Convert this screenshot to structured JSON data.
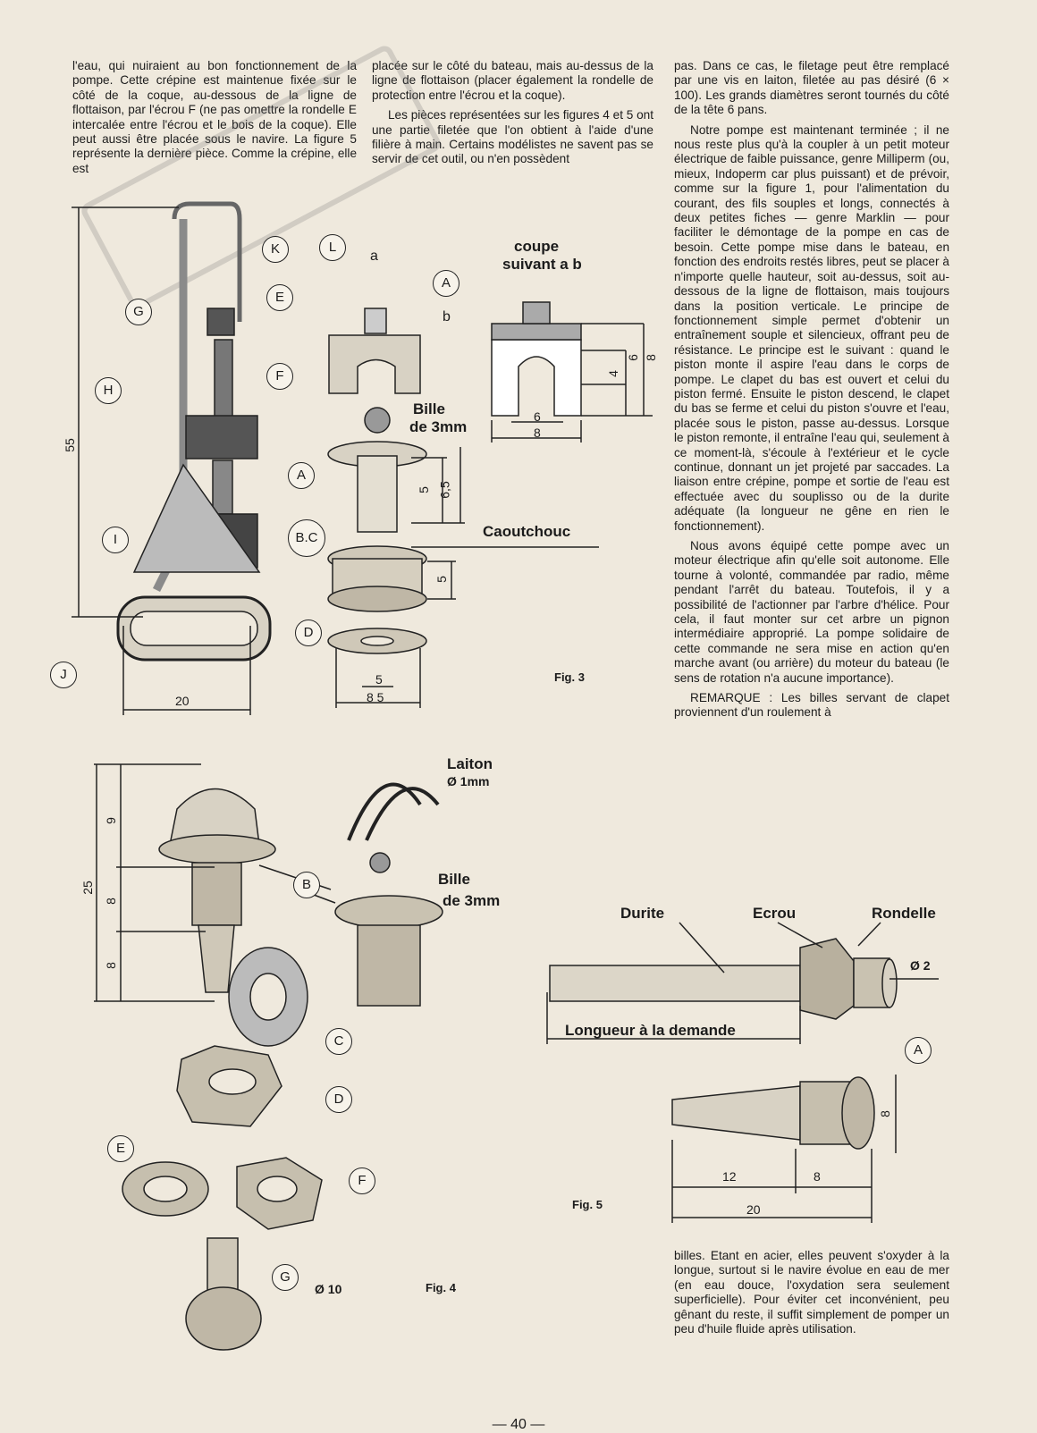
{
  "columns": {
    "left": "l'eau, qui nuiraient au bon fonctionnement de la pompe. Cette crépine est maintenue fixée sur le côté de la coque, au-dessous de la ligne de flottaison, par l'écrou F (ne pas omettre la rondelle E intercalée entre l'écrou et le bois de la coque). Elle peut aussi être placée sous le navire. La figure 5 représente la dernière pièce. Comme la crépine, elle est",
    "middle_1": "placée sur le côté du bateau, mais au-dessus de la ligne de flottaison (placer également la rondelle de protection entre l'écrou et la coque).",
    "middle_2": "Les pièces représentées sur les figures 4 et 5 ont une partie filetée que l'on obtient à l'aide d'une filière à main. Certains modélistes ne savent pas se servir de cet outil, ou n'en possèdent",
    "right_1": "pas. Dans ce cas, le filetage peut être remplacé par une vis en laiton, filetée au pas désiré (6 × 100). Les grands diamètres seront tournés du côté de la tête 6 pans.",
    "right_2": "Notre pompe est maintenant terminée ; il ne nous reste plus qu'à la coupler à un petit moteur électrique de faible puissance, genre Milliperm (ou, mieux, Indoperm car plus puissant) et de prévoir, comme sur la figure 1, pour l'alimentation du courant, des fils souples et longs, connectés à deux petites fiches — genre Marklin — pour faciliter le démontage de la pompe en cas de besoin. Cette pompe mise dans le bateau, en fonction des endroits restés libres, peut se placer à n'importe quelle hauteur, soit au-dessus, soit au-dessous de la ligne de flottaison, mais toujours dans la position verticale. Le principe de fonctionnement simple permet d'obtenir un entraînement souple et silencieux, offrant peu de résistance. Le principe est le suivant : quand le piston monte il aspire l'eau dans le corps de pompe. Le clapet du bas est ouvert et celui du piston fermé. Ensuite le piston descend, le clapet du bas se ferme et celui du piston s'ouvre et l'eau, placée sous le piston, passe au-dessus. Lorsque le piston remonte, il entraîne l'eau qui, seulement à ce moment-là, s'écoule à l'extérieur et le cycle continue, donnant un jet projeté par saccades. La liaison entre crépine, pompe et sortie de l'eau est effectuée avec du souplisso ou de la durite adéquate (la longueur ne gêne en rien le fonctionnement).",
    "right_3": "Nous avons équipé cette pompe avec un moteur électrique afin qu'elle soit autonome. Elle tourne à volonté, commandée par radio, même pendant l'arrêt du bateau. Toutefois, il y a possibilité de l'actionner par l'arbre d'hélice. Pour cela, il faut monter sur cet arbre un pignon intermédiaire approprié. La pompe solidaire de cette commande ne sera mise en action qu'en marche avant (ou arrière) du moteur du bateau (le sens de rotation n'a aucune importance).",
    "right_4": "REMARQUE : Les billes servant de clapet proviennent d'un roulement à",
    "right_5": "billes. Etant en acier, elles peuvent s'oxyder à la longue, surtout si le navire évolue en eau de mer (en eau douce, l'oxydation sera seulement superficielle). Pour éviter cet inconvénient, peu gênant du reste, il suffit simplement de pomper un peu d'huile fluide après utilisation."
  },
  "fig3": {
    "caption": "Fig. 3",
    "coupe": "coupe",
    "suivant": "suivant a b",
    "a": "a",
    "b": "b",
    "bille1": "Bille",
    "bille2": "de 3mm",
    "caoutchouc": "Caoutchouc",
    "dims": {
      "d55": "55",
      "d20": "20",
      "d5a": "5",
      "d65": "6,5",
      "d5b": "5",
      "d5c": "5",
      "d85": "8 5",
      "d6": "6",
      "d8": "8",
      "d4": "4",
      "d6v": "6",
      "d8v": "8"
    },
    "markers": {
      "K": "K",
      "L": "L",
      "G": "G",
      "E": "E",
      "F": "F",
      "H": "H",
      "A1": "A",
      "A2": "A",
      "BC": "B.C",
      "I": "I",
      "D": "D",
      "J": "J"
    }
  },
  "fig4": {
    "caption": "Fig. 4",
    "laiton": "Laiton",
    "fil": "Ø 1mm",
    "bille1": "Bille",
    "bille2": "de 3mm",
    "d10": "Ø 10",
    "dims": {
      "d9": "9",
      "d25": "25",
      "d8a": "8",
      "d8b": "8"
    },
    "markers": {
      "B": "B",
      "C": "C",
      "D": "D",
      "E": "E",
      "F": "F",
      "G": "G"
    }
  },
  "fig5": {
    "caption": "Fig. 5",
    "durite": "Durite",
    "ecrou": "Ecrou",
    "rondelle": "Rondelle",
    "d2": "Ø 2",
    "longueur": "Longueur à la demande",
    "dims": {
      "d12": "12",
      "d8": "8",
      "d20": "20",
      "d8v": "8"
    },
    "marker_A": "A"
  },
  "page_number": "— 40 —"
}
